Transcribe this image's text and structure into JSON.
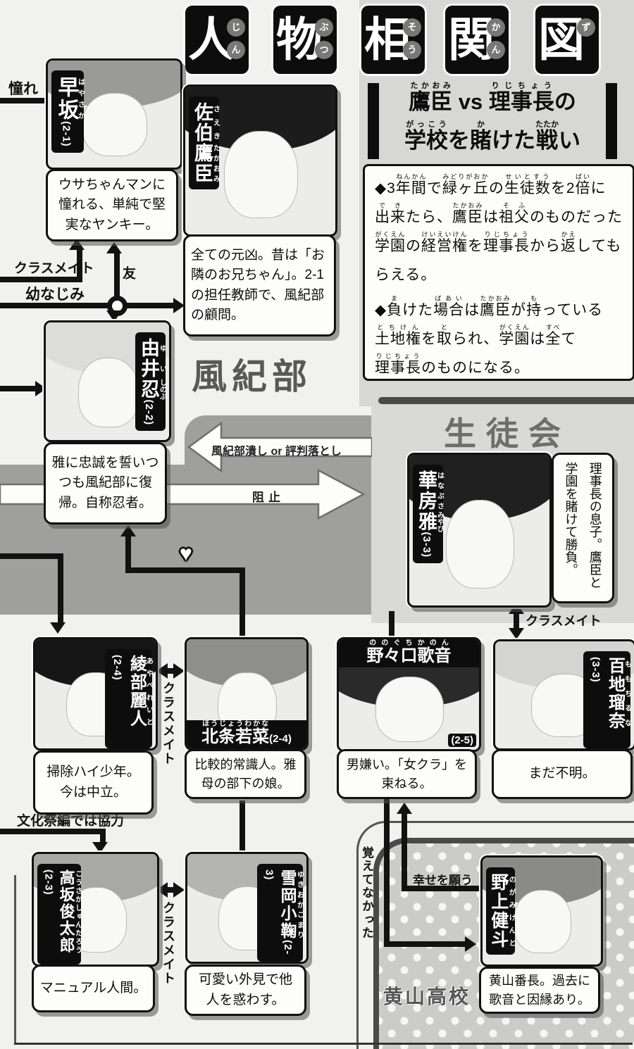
{
  "title": {
    "boxes": [
      {
        "kanji": "人",
        "furigana": [
          "じ",
          "ん"
        ]
      },
      {
        "kanji": "物",
        "furigana": [
          "ぶ",
          "つ"
        ]
      },
      {
        "kanji": "相",
        "furigana": [
          "そ",
          "う"
        ]
      },
      {
        "kanji": "関",
        "furigana": [
          "か",
          "ん"
        ]
      },
      {
        "kanji": "図",
        "furigana": [
          "ず"
        ]
      }
    ]
  },
  "versus": {
    "line1": [
      [
        "鷹臣",
        "たかおみ"
      ],
      [
        " vs ",
        ""
      ],
      [
        "理事長",
        "りじちょう"
      ],
      [
        "の",
        ""
      ]
    ],
    "line2": [
      [
        "学校",
        "がっこう"
      ],
      [
        "を",
        ""
      ],
      [
        "賭",
        "か"
      ],
      [
        "けた",
        ""
      ],
      [
        "戦",
        "たたか"
      ],
      [
        "い",
        ""
      ]
    ]
  },
  "rules": {
    "p1": [
      [
        "◆3",
        ""
      ],
      [
        "年間",
        "ねんかん"
      ],
      [
        "で",
        ""
      ],
      [
        "緑ヶ丘",
        "みどりがおか"
      ],
      [
        "の",
        ""
      ],
      [
        "生徒数",
        "せいとすう"
      ],
      [
        "を2",
        ""
      ],
      [
        "倍",
        "ばい"
      ],
      [
        "に",
        ""
      ],
      [
        "出来",
        "でき"
      ],
      [
        "たら、",
        ""
      ],
      [
        "鷹臣",
        "たかおみ"
      ],
      [
        "は",
        ""
      ],
      [
        "祖父",
        "そふ"
      ],
      [
        "のものだった",
        ""
      ],
      [
        "学園",
        "がくえん"
      ],
      [
        "の",
        ""
      ],
      [
        "経営権",
        "けいえいけん"
      ],
      [
        "を",
        ""
      ],
      [
        "理事長",
        "りじちょう"
      ],
      [
        "から",
        ""
      ],
      [
        "返",
        "かえ"
      ],
      [
        "してもらえる。",
        ""
      ]
    ],
    "p2": [
      [
        "◆",
        ""
      ],
      [
        "負",
        "ま"
      ],
      [
        "けた",
        ""
      ],
      [
        "場合",
        "ばあい"
      ],
      [
        "は",
        ""
      ],
      [
        "鷹臣",
        "たかおみ"
      ],
      [
        "が",
        ""
      ],
      [
        "持",
        "も"
      ],
      [
        "っている",
        ""
      ],
      [
        "土地権",
        "とちけん"
      ],
      [
        "を",
        ""
      ],
      [
        "取",
        "と"
      ],
      [
        "られ、",
        ""
      ],
      [
        "学園",
        "がくえん"
      ],
      [
        "は",
        ""
      ],
      [
        "全",
        "すべ"
      ],
      [
        "て",
        ""
      ],
      [
        "理事長",
        "りじちょう"
      ],
      [
        "のものになる。",
        ""
      ]
    ]
  },
  "groups": {
    "fuukibu": "風紀部",
    "seitokai": "生徒会",
    "kizan": "黄山高校"
  },
  "characters": {
    "hayasaka": {
      "name": [
        [
          "早坂",
          "はやさか"
        ]
      ],
      "class": "(2-1)",
      "desc": "ウサちゃんマンに憧れる、単純で堅実なヤンキー。"
    },
    "saeki": {
      "name": [
        [
          "佐伯",
          "さえき"
        ],
        [
          "鷹臣",
          "たかおみ"
        ]
      ],
      "class": "",
      "desc": "全ての元凶。昔は「お隣のお兄ちゃん」。2-1の担任教師で、風紀部の顧問。"
    },
    "yui": {
      "name": [
        [
          "由井",
          "ゆい"
        ],
        [
          "忍",
          "しのぶ"
        ]
      ],
      "class": "(2-2)",
      "desc": "雅に忠誠を誓いつつも風紀部に復帰。自称忍者。"
    },
    "hanabusa": {
      "name": [
        [
          "華房",
          "はなぶさ"
        ],
        [
          "雅",
          "みやび"
        ]
      ],
      "class": "(3-3)",
      "desc": "理事長の息子。鷹臣と学園を賭けて勝負。"
    },
    "ayabe": {
      "name": [
        [
          "綾部麗人",
          "あやべれいと"
        ]
      ],
      "class": "(2-4)",
      "desc": "掃除ハイ少年。今は中立。"
    },
    "houjou": {
      "name": [
        [
          "北条若菜",
          "ほうじょうわかな"
        ]
      ],
      "class": "(2-4)",
      "desc": "比較的常識人。雅母の部下の娘。"
    },
    "nonoguchi": {
      "name": [
        [
          "野々口歌音",
          "ののぐちかのん"
        ]
      ],
      "class": "(2-5)",
      "desc": "男嫌い。「女クラ」を束ねる。"
    },
    "momochi": {
      "name": [
        [
          "百地瑠奈",
          "ももちるな"
        ]
      ],
      "class": "(3-3)",
      "desc": "まだ不明。"
    },
    "kousaka": {
      "name": [
        [
          "高坂俊太郎",
          "こうさかしゅんたろう"
        ]
      ],
      "class": "(2-3)",
      "desc": "マニュアル人間。"
    },
    "yukioka": {
      "name": [
        [
          "雪岡小鞠",
          "ゆきおかこまり"
        ]
      ],
      "class": "(2-3)",
      "desc": "可愛い外見で他人を惑わす。"
    },
    "nogami": {
      "name": [
        [
          "野上健斗",
          "のがみけんと"
        ]
      ],
      "class": "",
      "desc": "黄山番長。過去に歌音と因縁あり。"
    }
  },
  "labels": {
    "akogare": "憧れ",
    "classmate_top": "クラスメイト",
    "tomo": "友",
    "osananajimi": "幼なじみ",
    "heart": "♥",
    "crush": "風紀部潰し or 評判落とし",
    "soshi": "阻止",
    "classmate_hanabusa": "クラスメイト",
    "classmate_ayabe": "クラスメイト",
    "classmate_kousaka": "クラスメイト",
    "bunkasai": "文化祭編では協力",
    "shiawase": "幸せを願う",
    "oboete": "覚えてなかった"
  },
  "colors": {
    "band": "#9f9f9d",
    "panel": "#d9d9d7",
    "polka_base": "#cbcbc9",
    "polka_dot": "#f6f6f4",
    "box_black": "#0d0d0d",
    "page": "#f1f1ef",
    "shadow": "#8a8a8a"
  }
}
